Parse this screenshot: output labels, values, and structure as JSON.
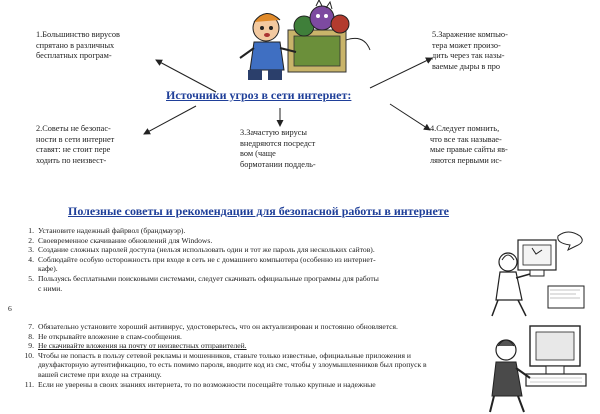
{
  "threats": {
    "title": "Источники угроз в сети интернет:",
    "boxes": {
      "b1": [
        "1.Большинство вирусов",
        "спрятано в различных",
        "бесплатных програм-"
      ],
      "b2": [
        "2.Советы не безопас-",
        "ности в сети интернет",
        "ставят: не стоит пере",
        "ходить по неизвест-"
      ],
      "b3": [
        "3.Зачастую вирусы",
        "внедряются посредст",
        "вом (чаще",
        "бормотании поддель-"
      ],
      "b4": [
        "4.Следует помнить,",
        "что все так называе-",
        "мые правые сайты яв-",
        "ляются первыми ис-"
      ],
      "b5": [
        "5.Заражение компью-",
        "тера может произо-",
        "дить через так назы-",
        "ваемые дыры в про"
      ]
    }
  },
  "tips": {
    "title": "Полезные советы и рекомендации для безопасной работы в интернете",
    "items": [
      {
        "num": "1.",
        "text": "Установите надежный файрвол (брандмауэр)."
      },
      {
        "num": "2.",
        "text": "Своевременное скачивание обновлений для Windows."
      },
      {
        "num": "3.",
        "text": "Создание сложных паролей доступа (нельзя использовать один и тот же пароль для нескольких сайтов)."
      },
      {
        "num": "4.",
        "text": "Соблюдайте особую осторожность при входе в сеть не с домашнего компьютера (особенно из интернет-"
      },
      {
        "num": "",
        "text": "кафе)."
      },
      {
        "num": "5.",
        "text": "Пользуясь бесплатными поисковыми системами, следует скачивать официальные программы для работы"
      },
      {
        "num": "",
        "text": "с ними."
      }
    ],
    "lone_number": "6",
    "lower_items": [
      {
        "num": "7.",
        "text": "Обязательно установите хороший антивирус, удостоверьтесь, что он актуализирован и постоянно обновляется.",
        "underline": false
      },
      {
        "num": "8.",
        "text": "Не открывайте вложение в спам-сообщения.",
        "underline": false
      },
      {
        "num": "9.",
        "text": "Не скачивайте вложения на почту от неизвестных отправителей.",
        "underline": true
      },
      {
        "num": "10.",
        "text": "Чтобы не попасть в пользу сетевой рекламы и мошенников, ставьте только известные, официальные приложения и",
        "underline": false
      },
      {
        "num": "",
        "text": "двухфакторную аутентификацию, то есть помимо пароля, вводите код из смс, чтобы у злоумышленников был пропуск в",
        "underline": false
      },
      {
        "num": "",
        "text": "вашей системе при входе на страницу.",
        "underline": false
      },
      {
        "num": "11.",
        "text": "Если не уверены в своих знаниях интернета, то по возможности посещайте только крупные и надежные",
        "underline": false
      }
    ]
  },
  "colors": {
    "title_blue": "#1f3f99",
    "arrow": "#222222"
  },
  "icons": [
    "cartoon-boy-with-monsters-illustration",
    "cartoon-man-at-computer-illustration",
    "cartoon-person-with-computer-illustration"
  ]
}
